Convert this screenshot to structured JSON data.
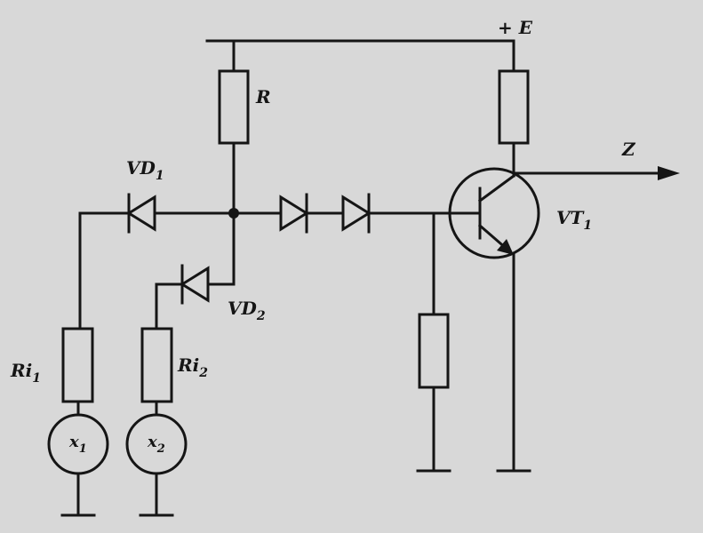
{
  "labels": {
    "supply": "+ E",
    "resistor_r": "R",
    "diode_vd1": "VD",
    "diode_vd1_sub": "1",
    "diode_vd2": "VD",
    "diode_vd2_sub": "2",
    "output": "Z",
    "transistor": "VT",
    "transistor_sub": "1",
    "ri1": "Ri",
    "ri1_sub": "1",
    "ri2": "Ri",
    "ri2_sub": "2",
    "source_x1": "x",
    "source_x1_sub": "1",
    "source_x2": "x",
    "source_x2_sub": "2"
  },
  "colors": {
    "ink": "#151515",
    "paper": "#d8d8d8"
  }
}
